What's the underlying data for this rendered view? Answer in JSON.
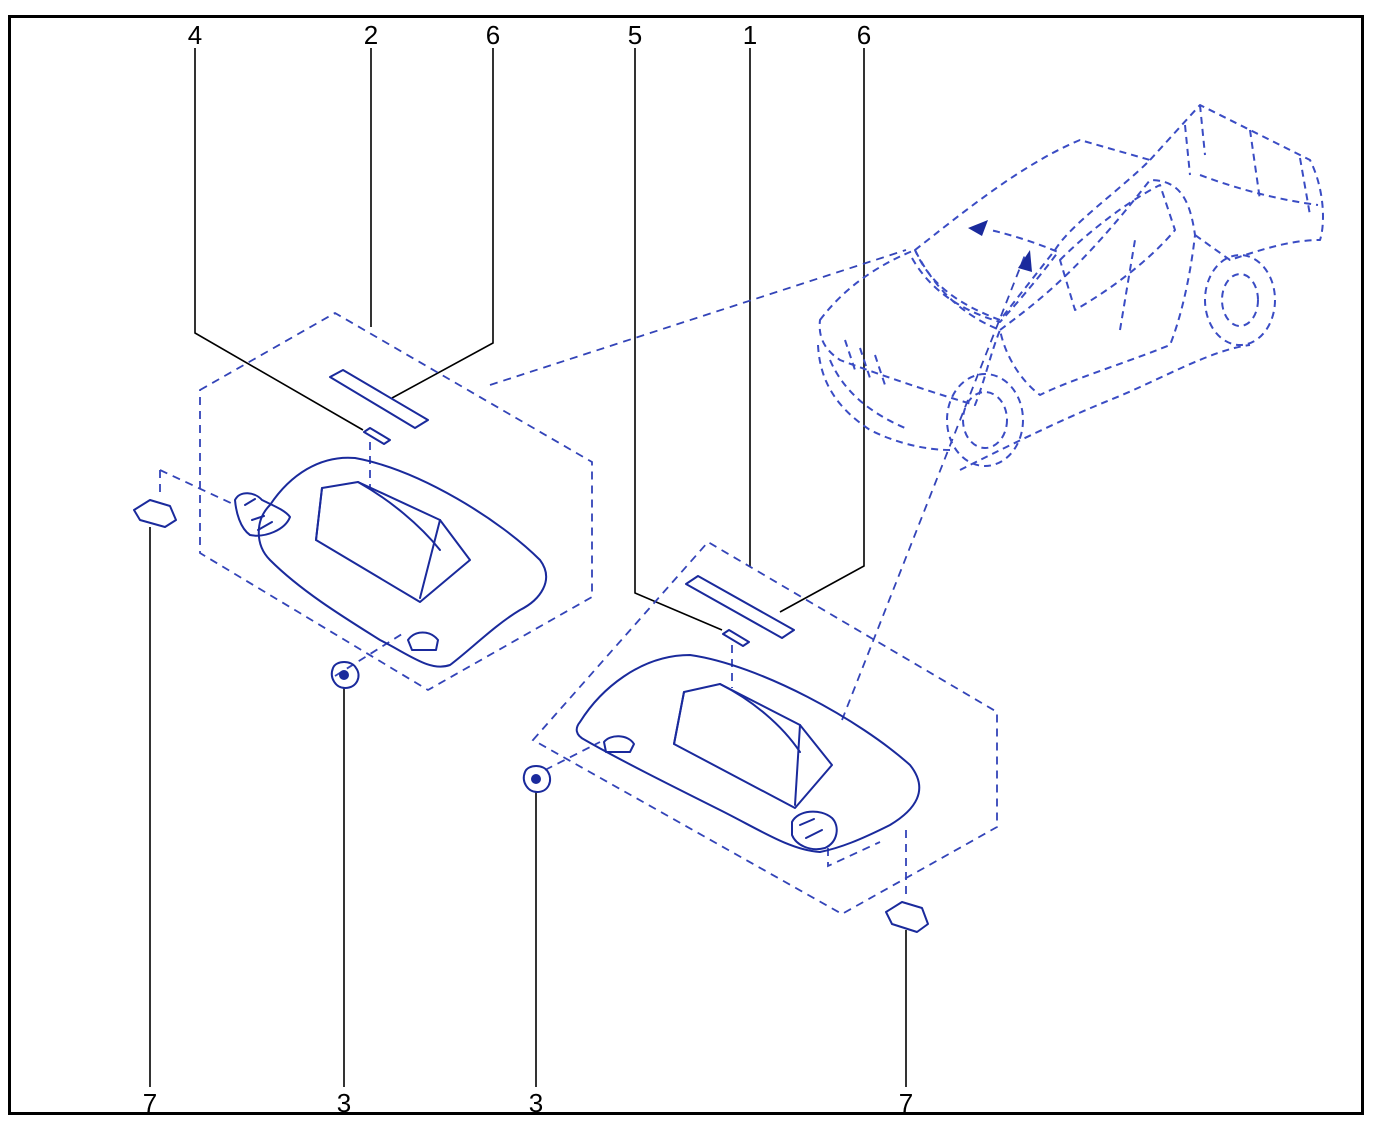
{
  "callouts": {
    "top": [
      "4",
      "2",
      "6",
      "5",
      "1",
      "6"
    ],
    "bottom": [
      "7",
      "3",
      "3",
      "7"
    ]
  },
  "colors": {
    "line": "#000000",
    "part": "#1a2a9c",
    "phantom": "#3344b8"
  },
  "icons": [
    "sun-visor-left-icon",
    "sun-visor-right-icon",
    "vehicle-phantom-icon"
  ]
}
